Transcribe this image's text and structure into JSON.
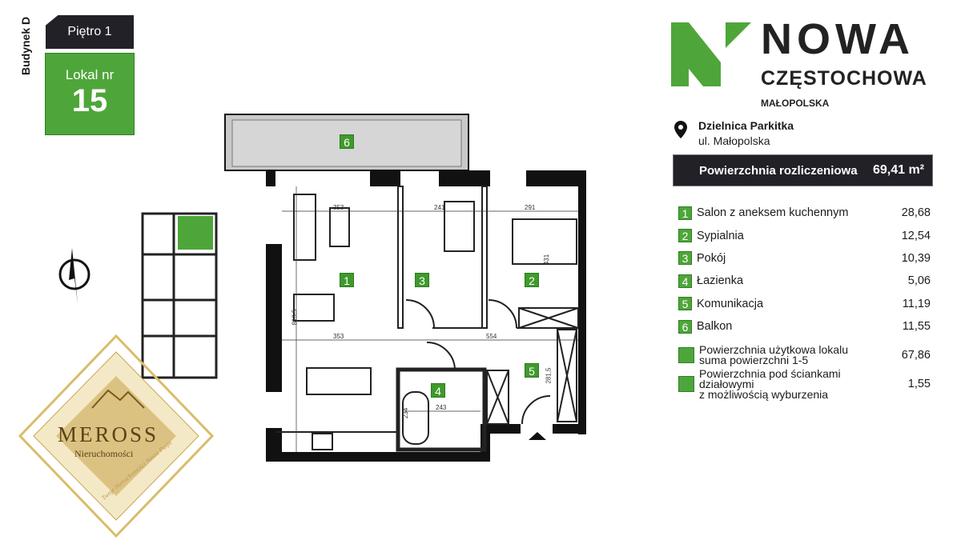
{
  "header": {
    "building": "Budynek D",
    "floor": "Piętro 1",
    "unit_label": "Lokal nr",
    "unit_number": "15"
  },
  "brand": {
    "line1": "NOWA",
    "line2": "CZĘSTOCHOWA",
    "line3": "MAŁOPOLSKA",
    "accent_color": "#4ea63a"
  },
  "location": {
    "district": "Dzielnica Parkitka",
    "street": "ul. Małopolska"
  },
  "area": {
    "label": "Powierzchnia rozliczeniowa",
    "value": "69,41 m²"
  },
  "rooms": [
    {
      "num": "1",
      "name": "Salon z aneksem kuchennym",
      "area": "28,68"
    },
    {
      "num": "2",
      "name": "Sypialnia",
      "area": "12,54"
    },
    {
      "num": "3",
      "name": "Pokój",
      "area": "10,39"
    },
    {
      "num": "4",
      "name": "Łazienka",
      "area": "5,06"
    },
    {
      "num": "5",
      "name": "Komunikacja",
      "area": "11,19"
    },
    {
      "num": "6",
      "name": "Balkon",
      "area": "11,55"
    }
  ],
  "summary": [
    {
      "line1": "Powierzchnia użytkowa lokalu",
      "line2": "suma powierzchni 1-5",
      "value": "67,86"
    },
    {
      "line1": "Powierzchnia pod ściankami działowymi",
      "line2": "z możliwością wyburzenia",
      "value": "1,55"
    }
  ],
  "dimensions": {
    "d1": "353",
    "d2": "241",
    "d3": "291",
    "d4": "431",
    "d5": "813,5",
    "d6": "353",
    "d7": "554",
    "d8": "281,5",
    "d9": "234",
    "d10": "243"
  },
  "watermark": {
    "name": "MEROSS",
    "sub": "Nieruchomości",
    "tagline": "Twoje Nieruchomości Nasza Pasja"
  }
}
